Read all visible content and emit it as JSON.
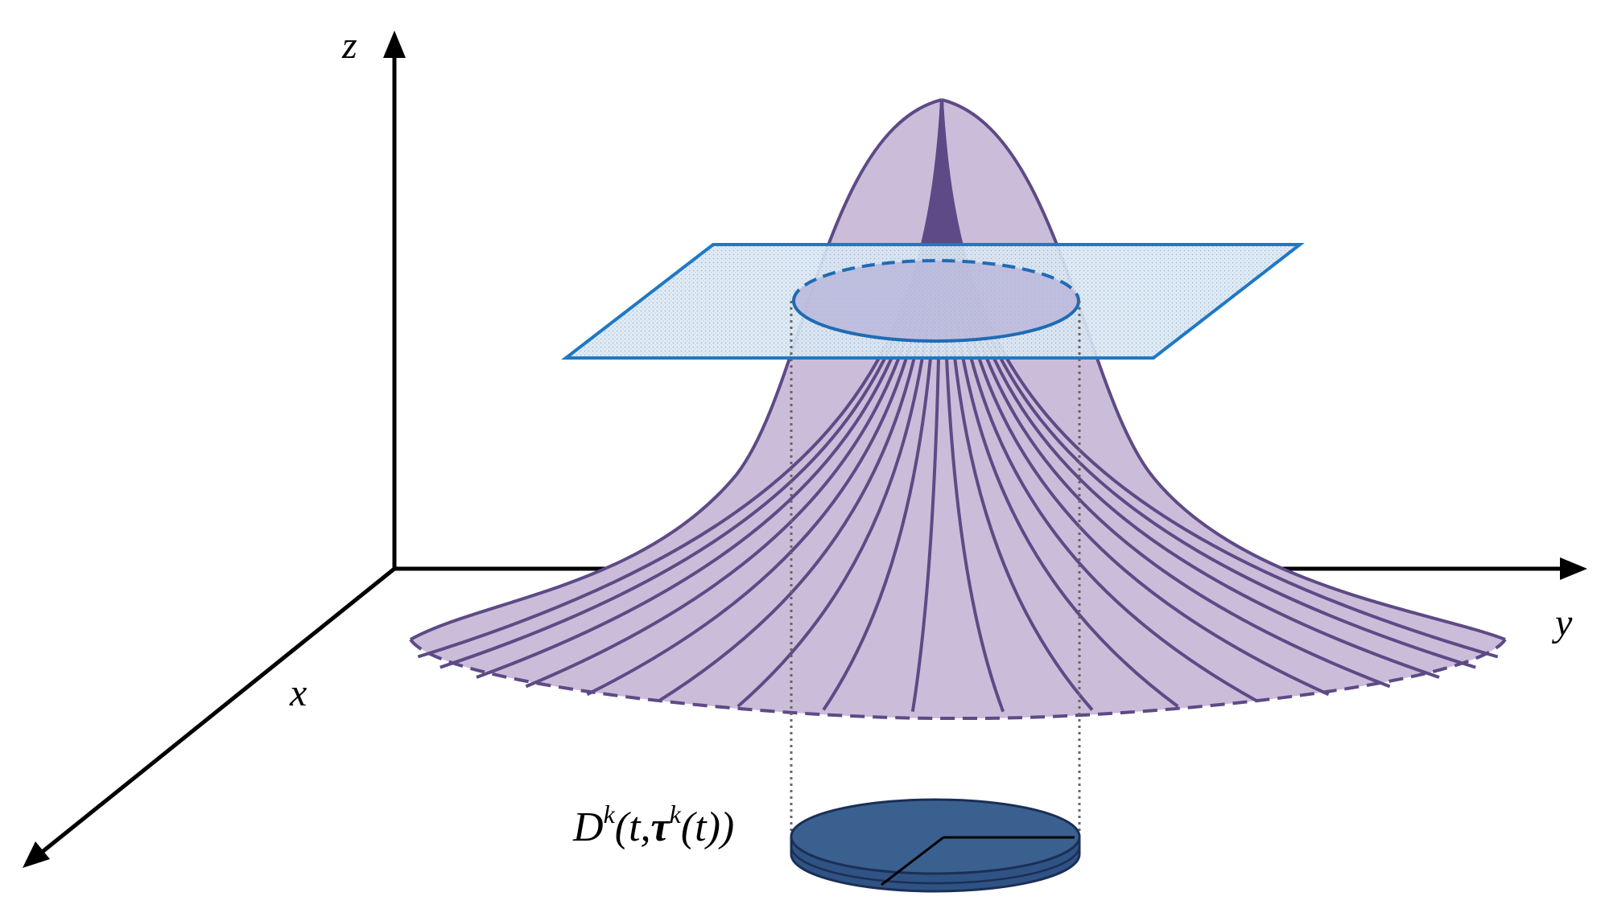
{
  "axes": {
    "z_label": "z",
    "y_label": "y",
    "x_label": "x"
  },
  "region_label": {
    "D": "D",
    "sup1": "k",
    "args_open": "(t,",
    "tau": "τ",
    "sup2": "k",
    "args_close": "(t))"
  },
  "colors": {
    "surface_fill": "#cbbdd9",
    "surface_stroke": "#5d4a86",
    "plane_fill": "#dbe9f5",
    "plane_stroke": "#1f78c3",
    "disk_fill": "#3a6090",
    "disk_stroke": "#1b2f55",
    "axis": "#000000"
  }
}
